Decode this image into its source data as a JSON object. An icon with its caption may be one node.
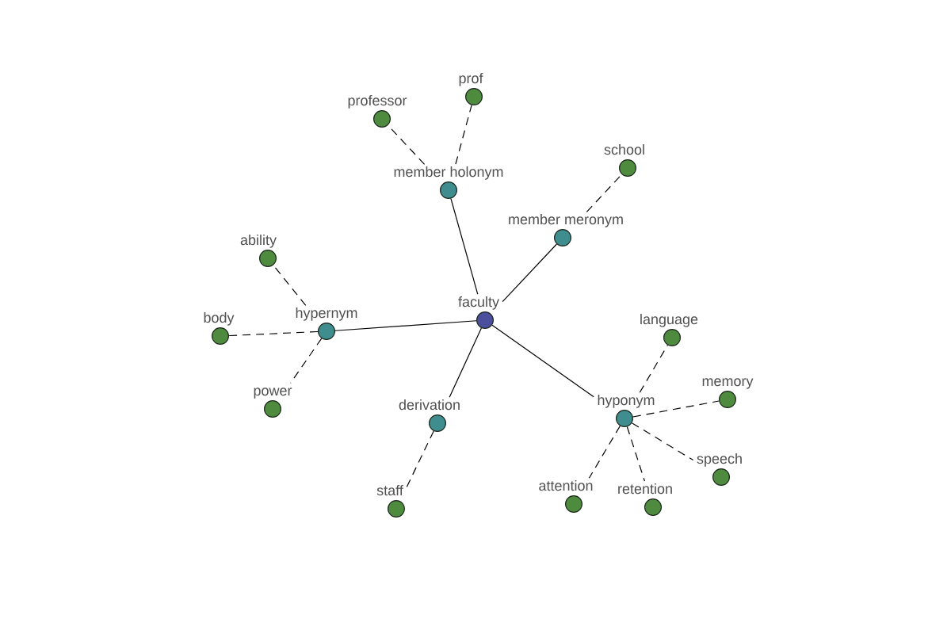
{
  "diagram": {
    "nodes": [
      {
        "text": [
          "faculty"
        ]
      },
      {
        "text": [
          "member holonym"
        ]
      },
      {
        "text": [
          "professor"
        ]
      },
      {
        "text": [
          "prof"
        ]
      },
      {
        "text": [
          "member meronym"
        ]
      },
      {
        "text": [
          "school"
        ]
      },
      {
        "text": [
          "hypernym"
        ]
      },
      {
        "text": [
          "ability"
        ]
      },
      {
        "text": [
          "body"
        ]
      },
      {
        "text": [
          "power"
        ]
      },
      {
        "text": [
          "derivation"
        ]
      },
      {
        "text": [
          "staff"
        ]
      },
      {
        "text": [
          "hyponym"
        ]
      },
      {
        "text": [
          "language"
        ]
      },
      {
        "text": [
          "memory"
        ]
      },
      {
        "text": [
          "speech"
        ]
      },
      {
        "text": [
          "retention"
        ]
      },
      {
        "text": [
          "attention"
        ]
      }
    ],
    "edges": [
      {
        "from": 0,
        "to": 1,
        "arrow": "none"
      },
      {
        "from": 1,
        "to": 2,
        "arrow": "none",
        "style": "dashed"
      },
      {
        "from": 1,
        "to": 3,
        "arrow": "none",
        "style": "dashed"
      },
      {
        "from": 0,
        "to": 4,
        "arrow": "none"
      },
      {
        "from": 4,
        "to": 5,
        "arrow": "none",
        "style": "dashed"
      },
      {
        "from": 0,
        "to": 6,
        "arrow": "none"
      },
      {
        "from": 6,
        "to": 7,
        "arrow": "none",
        "style": "dashed"
      },
      {
        "from": 6,
        "to": 8,
        "arrow": "none",
        "style": "dashed"
      },
      {
        "from": 6,
        "to": 9,
        "arrow": "none",
        "style": "dashed"
      },
      {
        "from": 0,
        "to": 10,
        "arrow": "none"
      },
      {
        "from": 10,
        "to": 11,
        "arrow": "none",
        "style": "dashed"
      },
      {
        "from": 0,
        "to": 12,
        "arrow": "none"
      },
      {
        "from": 12,
        "to": 13,
        "arrow": "none",
        "style": "dashed"
      },
      {
        "from": 12,
        "to": 14,
        "arrow": "none",
        "style": "dashed"
      },
      {
        "from": 12,
        "to": 15,
        "arrow": "none",
        "style": "dashed"
      },
      {
        "from": 12,
        "to": 16,
        "arrow": "none",
        "style": "dashed"
      },
      {
        "from": 12,
        "to": 17,
        "arrow": "none",
        "style": "dashed"
      }
    ]
  }
}
